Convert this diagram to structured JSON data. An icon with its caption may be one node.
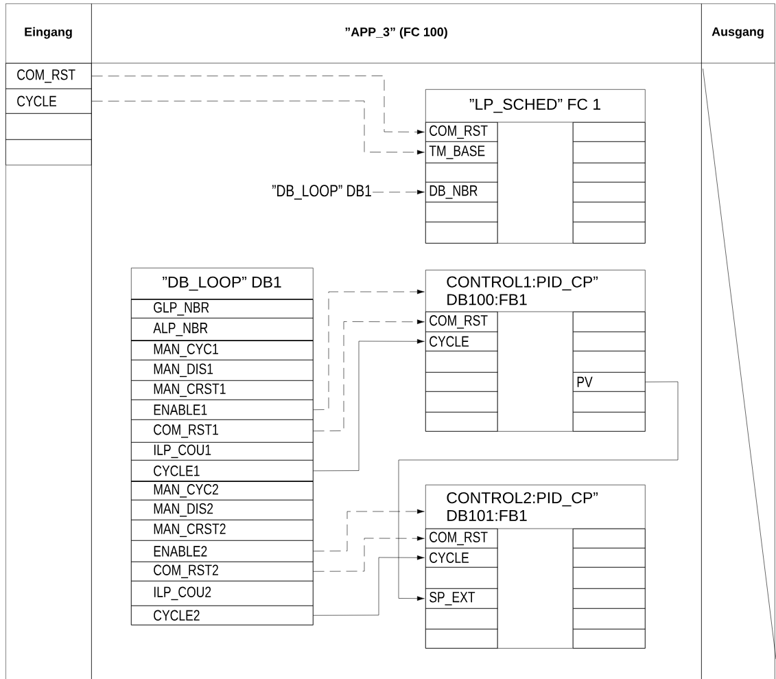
{
  "diagram": {
    "nodes": [
      {
        "text": [
          "Eingang"
        ]
      },
      {
        "text": [
          "”APP_3” (FC 100)"
        ]
      },
      {
        "text": [
          "Ausgang"
        ]
      },
      {
        "text": [
          "COM_RST"
        ],
        "in": 0
      },
      {
        "text": [
          "CYCLE"
        ],
        "in": 0
      },
      {
        "text": [],
        "shape": "box",
        "in": 0
      },
      {
        "text": [],
        "shape": "box",
        "in": 0
      },
      {
        "text": [
          "”LP_SCHED” FC 1"
        ],
        "in": 1
      },
      {
        "text": [
          "COM_RST"
        ],
        "in": 7
      },
      {
        "text": [
          "TM_BASE"
        ],
        "in": 7
      },
      {
        "text": [],
        "shape": "box",
        "in": 7
      },
      {
        "text": [
          "DB_NBR"
        ],
        "in": 7
      },
      {
        "text": [],
        "shape": "box",
        "in": 7
      },
      {
        "text": [],
        "shape": "box",
        "in": 7
      },
      {
        "text": [],
        "shape": "box",
        "in": 7
      },
      {
        "text": [],
        "shape": "box",
        "in": 7
      },
      {
        "text": [],
        "shape": "box",
        "in": 7
      },
      {
        "text": [],
        "shape": "box",
        "in": 7
      },
      {
        "text": [],
        "shape": "box",
        "in": 7
      },
      {
        "text": [],
        "shape": "box",
        "in": 7
      },
      {
        "text": [
          "”DB_LOOP” DB1"
        ],
        "in": 1
      },
      {
        "text": [
          "”DB_LOOP” DB1"
        ],
        "in": 1
      },
      {
        "text": [
          "GLP_NBR"
        ],
        "in": 21
      },
      {
        "text": [
          "ALP_NBR"
        ],
        "in": 21
      },
      {
        "text": [
          "MAN_CYC1"
        ],
        "in": 21
      },
      {
        "text": [
          "MAN_DIS1"
        ],
        "in": 21
      },
      {
        "text": [
          "MAN_CRST1"
        ],
        "in": 21
      },
      {
        "text": [
          "ENABLE1"
        ],
        "in": 21
      },
      {
        "text": [
          "COM_RST1"
        ],
        "in": 21
      },
      {
        "text": [
          "ILP_COU1"
        ],
        "in": 21
      },
      {
        "text": [
          "CYCLE1"
        ],
        "in": 21
      },
      {
        "text": [
          "MAN_CYC2"
        ],
        "in": 21
      },
      {
        "text": [
          "MAN_DIS2"
        ],
        "in": 21
      },
      {
        "text": [
          "MAN_CRST2"
        ],
        "in": 21
      },
      {
        "text": [
          "ENABLE2"
        ],
        "in": 21
      },
      {
        "text": [
          "COM_RST2"
        ],
        "in": 21
      },
      {
        "text": [
          "ILP_COU2"
        ],
        "in": 21
      },
      {
        "text": [
          "CYCLE2"
        ],
        "in": 21
      },
      {
        "text": [
          "CONTROL1:PID_CP” DB100:FB1"
        ],
        "in": 1
      },
      {
        "text": [
          "COM_RST"
        ],
        "in": 38
      },
      {
        "text": [
          "CYCLE"
        ],
        "in": 38
      },
      {
        "text": [],
        "shape": "box",
        "in": 38
      },
      {
        "text": [],
        "shape": "box",
        "in": 38
      },
      {
        "text": [],
        "shape": "box",
        "in": 38
      },
      {
        "text": [],
        "shape": "box",
        "in": 38
      },
      {
        "text": [],
        "shape": "box",
        "in": 38
      },
      {
        "text": [],
        "shape": "box",
        "in": 38
      },
      {
        "text": [],
        "shape": "box",
        "in": 38
      },
      {
        "text": [
          "PV"
        ],
        "in": 38
      },
      {
        "text": [],
        "shape": "box",
        "in": 38
      },
      {
        "text": [],
        "shape": "box",
        "in": 38
      },
      {
        "text": [
          "CONTROL2:PID_CP” DB101:FB1"
        ],
        "in": 1
      },
      {
        "text": [
          "COM_RST"
        ],
        "in": 51
      },
      {
        "text": [
          "CYCLE"
        ],
        "in": 51
      },
      {
        "text": [],
        "shape": "box",
        "in": 51
      },
      {
        "text": [
          "SP_EXT"
        ],
        "in": 51
      },
      {
        "text": [],
        "shape": "box",
        "in": 51
      },
      {
        "text": [],
        "shape": "box",
        "in": 51
      },
      {
        "text": [],
        "shape": "box",
        "in": 51
      },
      {
        "text": [],
        "shape": "box",
        "in": 51
      },
      {
        "text": [],
        "shape": "box",
        "in": 51
      },
      {
        "text": [],
        "shape": "box",
        "in": 51
      },
      {
        "text": [],
        "shape": "box",
        "in": 51
      },
      {
        "text": [],
        "shape": "box",
        "in": 51
      }
    ],
    "edges": [
      {
        "from": 3,
        "to": 8,
        "arrow": "to",
        "style": "dashed"
      },
      {
        "from": 4,
        "to": 9,
        "arrow": "to",
        "style": "dashed"
      },
      {
        "from": 20,
        "to": 11,
        "arrow": "to",
        "style": "dashed"
      },
      {
        "from": 27,
        "to": 38,
        "arrow": "to",
        "style": "dashed"
      },
      {
        "from": 28,
        "to": 39,
        "arrow": "to",
        "style": "dashed"
      },
      {
        "from": 30,
        "to": 40,
        "arrow": "to"
      },
      {
        "from": 34,
        "to": 51,
        "arrow": "to",
        "style": "dashed"
      },
      {
        "from": 35,
        "to": 52,
        "arrow": "to",
        "style": "dashed"
      },
      {
        "from": 37,
        "to": 53,
        "arrow": "to"
      },
      {
        "from": 48,
        "to": 55,
        "arrow": "to"
      }
    ]
  }
}
